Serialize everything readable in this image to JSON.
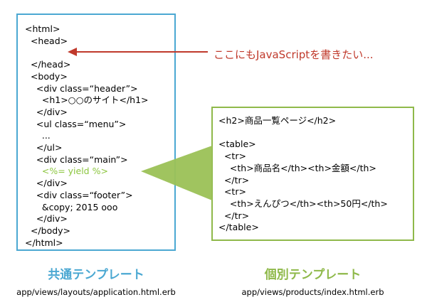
{
  "common_template": {
    "code_lines": [
      "<html>",
      "  <head>",
      "",
      "  </head>",
      "  <body>",
      "    <div class=“header”>",
      "      <h1>○○のサイト</h1>",
      "    </div>",
      "    <ul class=“menu”>",
      "      ...",
      "    </ul>",
      "    <div class=“main”>",
      "      <%= yield %>",
      "    </div>",
      "    <div class=“footer”>",
      "      &copy; 2015 ooo",
      "    </div>",
      "  </body>",
      "</html>"
    ],
    "title": "共通テンプレート",
    "path": "app/views/layouts/application.html.erb"
  },
  "individual_template": {
    "code_lines": [
      "<h2>商品一覧ページ</h2>",
      "",
      "<table>",
      "  <tr>",
      "    <th>商品名</th><th>金額</th>",
      "  </tr>",
      "  <tr>",
      "    <th>えんぴつ</th><th>50円</th>",
      "  </tr>",
      "</table>"
    ],
    "title": "個別テンプレート",
    "path": "app/views/products/index.html.erb"
  },
  "annotation": {
    "text": "ここにもJavaScriptを書きたい...",
    "color": "#c0392b"
  },
  "colors": {
    "common": "#4ba8d2",
    "individual": "#8fb94a",
    "yield": "#8cc63f"
  }
}
